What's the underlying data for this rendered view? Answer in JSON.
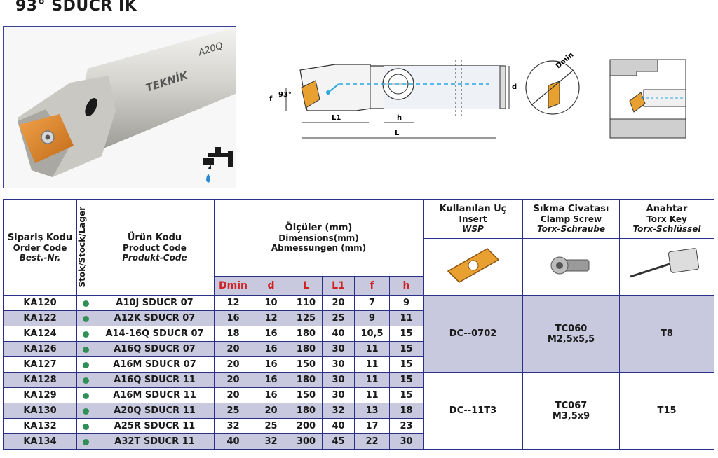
{
  "title": "93° SDUCR IK",
  "photo": {
    "brand": "TEKNİK",
    "marking": "A20Q"
  },
  "drawing_labels": {
    "angle": "93°",
    "f": "f",
    "d": "d",
    "L1": "L1",
    "h": "h",
    "L": "L",
    "dmin": "Dmin"
  },
  "headers": {
    "order_code": [
      "Sipariş Kodu",
      "Order Code",
      "Best.-Nr."
    ],
    "stock": [
      "Stok",
      "/Stock/Lager"
    ],
    "product_code": [
      "Ürün Kodu",
      "Product Code",
      "Produkt-Code"
    ],
    "dims": [
      "Ölçüler (mm)",
      "Dimensions(mm)",
      "Abmessungen (mm)"
    ],
    "insert": [
      "Kullanılan Uç",
      "Insert",
      "WSP"
    ],
    "screw": [
      "Sıkma Civatası",
      "Clamp Screw",
      "Torx-Schraube"
    ],
    "key": [
      "Anahtar",
      "Torx Key",
      "Torx-Schlüssel"
    ],
    "dim_cols": [
      "Dmin",
      "d",
      "L",
      "L1",
      "f",
      "h"
    ]
  },
  "rows": [
    {
      "code": "KA120",
      "product": "A10J SDUCR 07",
      "dims": [
        "12",
        "10",
        "110",
        "20",
        "7",
        "9"
      ]
    },
    {
      "code": "KA122",
      "product": "A12K SDUCR 07",
      "dims": [
        "16",
        "12",
        "125",
        "25",
        "9",
        "11"
      ]
    },
    {
      "code": "KA124",
      "product": "A14-16Q SDUCR 07",
      "dims": [
        "18",
        "16",
        "180",
        "40",
        "10,5",
        "15"
      ]
    },
    {
      "code": "KA126",
      "product": "A16Q SDUCR 07",
      "dims": [
        "20",
        "16",
        "180",
        "30",
        "11",
        "15"
      ]
    },
    {
      "code": "KA127",
      "product": "A16M SDUCR 07",
      "dims": [
        "20",
        "16",
        "150",
        "30",
        "11",
        "15"
      ]
    },
    {
      "code": "KA128",
      "product": "A16Q SDUCR 11",
      "dims": [
        "20",
        "16",
        "180",
        "30",
        "11",
        "15"
      ]
    },
    {
      "code": "KA129",
      "product": "A16M SDUCR 11",
      "dims": [
        "20",
        "16",
        "150",
        "30",
        "11",
        "15"
      ]
    },
    {
      "code": "KA130",
      "product": "A20Q SDUCR 11",
      "dims": [
        "25",
        "20",
        "180",
        "32",
        "13",
        "18"
      ]
    },
    {
      "code": "KA132",
      "product": "A25R SDUCR 11",
      "dims": [
        "32",
        "25",
        "200",
        "40",
        "17",
        "23"
      ]
    },
    {
      "code": "KA134",
      "product": "A32T SDUCR 11",
      "dims": [
        "40",
        "32",
        "300",
        "45",
        "22",
        "30"
      ]
    }
  ],
  "groups": [
    {
      "insert": "DC--0702",
      "screw": [
        "TC060",
        "M2,5x5,5"
      ],
      "key": "T8"
    },
    {
      "insert": "DC--11T3",
      "screw": [
        "TC067",
        "M3,5x9"
      ],
      "key": "T15"
    }
  ]
}
